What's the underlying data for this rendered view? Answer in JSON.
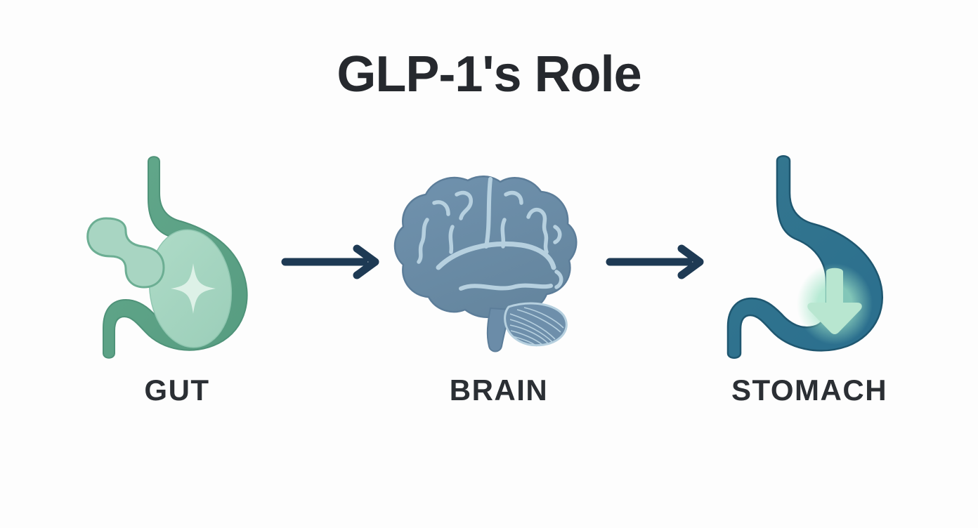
{
  "page": {
    "background_color": "#fdfdfd",
    "title": "GLP-1's Role",
    "title_color": "#26292e"
  },
  "diagram": {
    "type": "flow",
    "orientation": "left-to-right",
    "label_color": "#2b2f34",
    "arrow_color": "#1e3a54",
    "nodes": [
      {
        "id": "gut",
        "label": "GUT",
        "icon": "gut-icon",
        "colors": {
          "outer": "#5fa387",
          "inner": "#a8d5c2",
          "accent": "#dcf0e6",
          "outline": "#4f9379"
        },
        "accent_symbol": "sparkle"
      },
      {
        "id": "brain",
        "label": "BRAIN",
        "icon": "brain-icon",
        "colors": {
          "base": "#6b8ca8",
          "sulci": "#aecbdc",
          "outline": "#5c7d99"
        },
        "accent_symbol": "none"
      },
      {
        "id": "stomach",
        "label": "STOMACH",
        "icon": "stomach-icon",
        "colors": {
          "base": "#2f7390",
          "accent": "#b8e6d0",
          "outline": "#1f5770"
        },
        "accent_symbol": "down-arrow"
      }
    ],
    "connectors": [
      {
        "id": "gut-to-brain",
        "from": "gut",
        "to": "brain",
        "glyph": "arrow-right"
      },
      {
        "id": "brain-to-stomach",
        "from": "brain",
        "to": "stomach",
        "glyph": "arrow-right"
      }
    ]
  }
}
